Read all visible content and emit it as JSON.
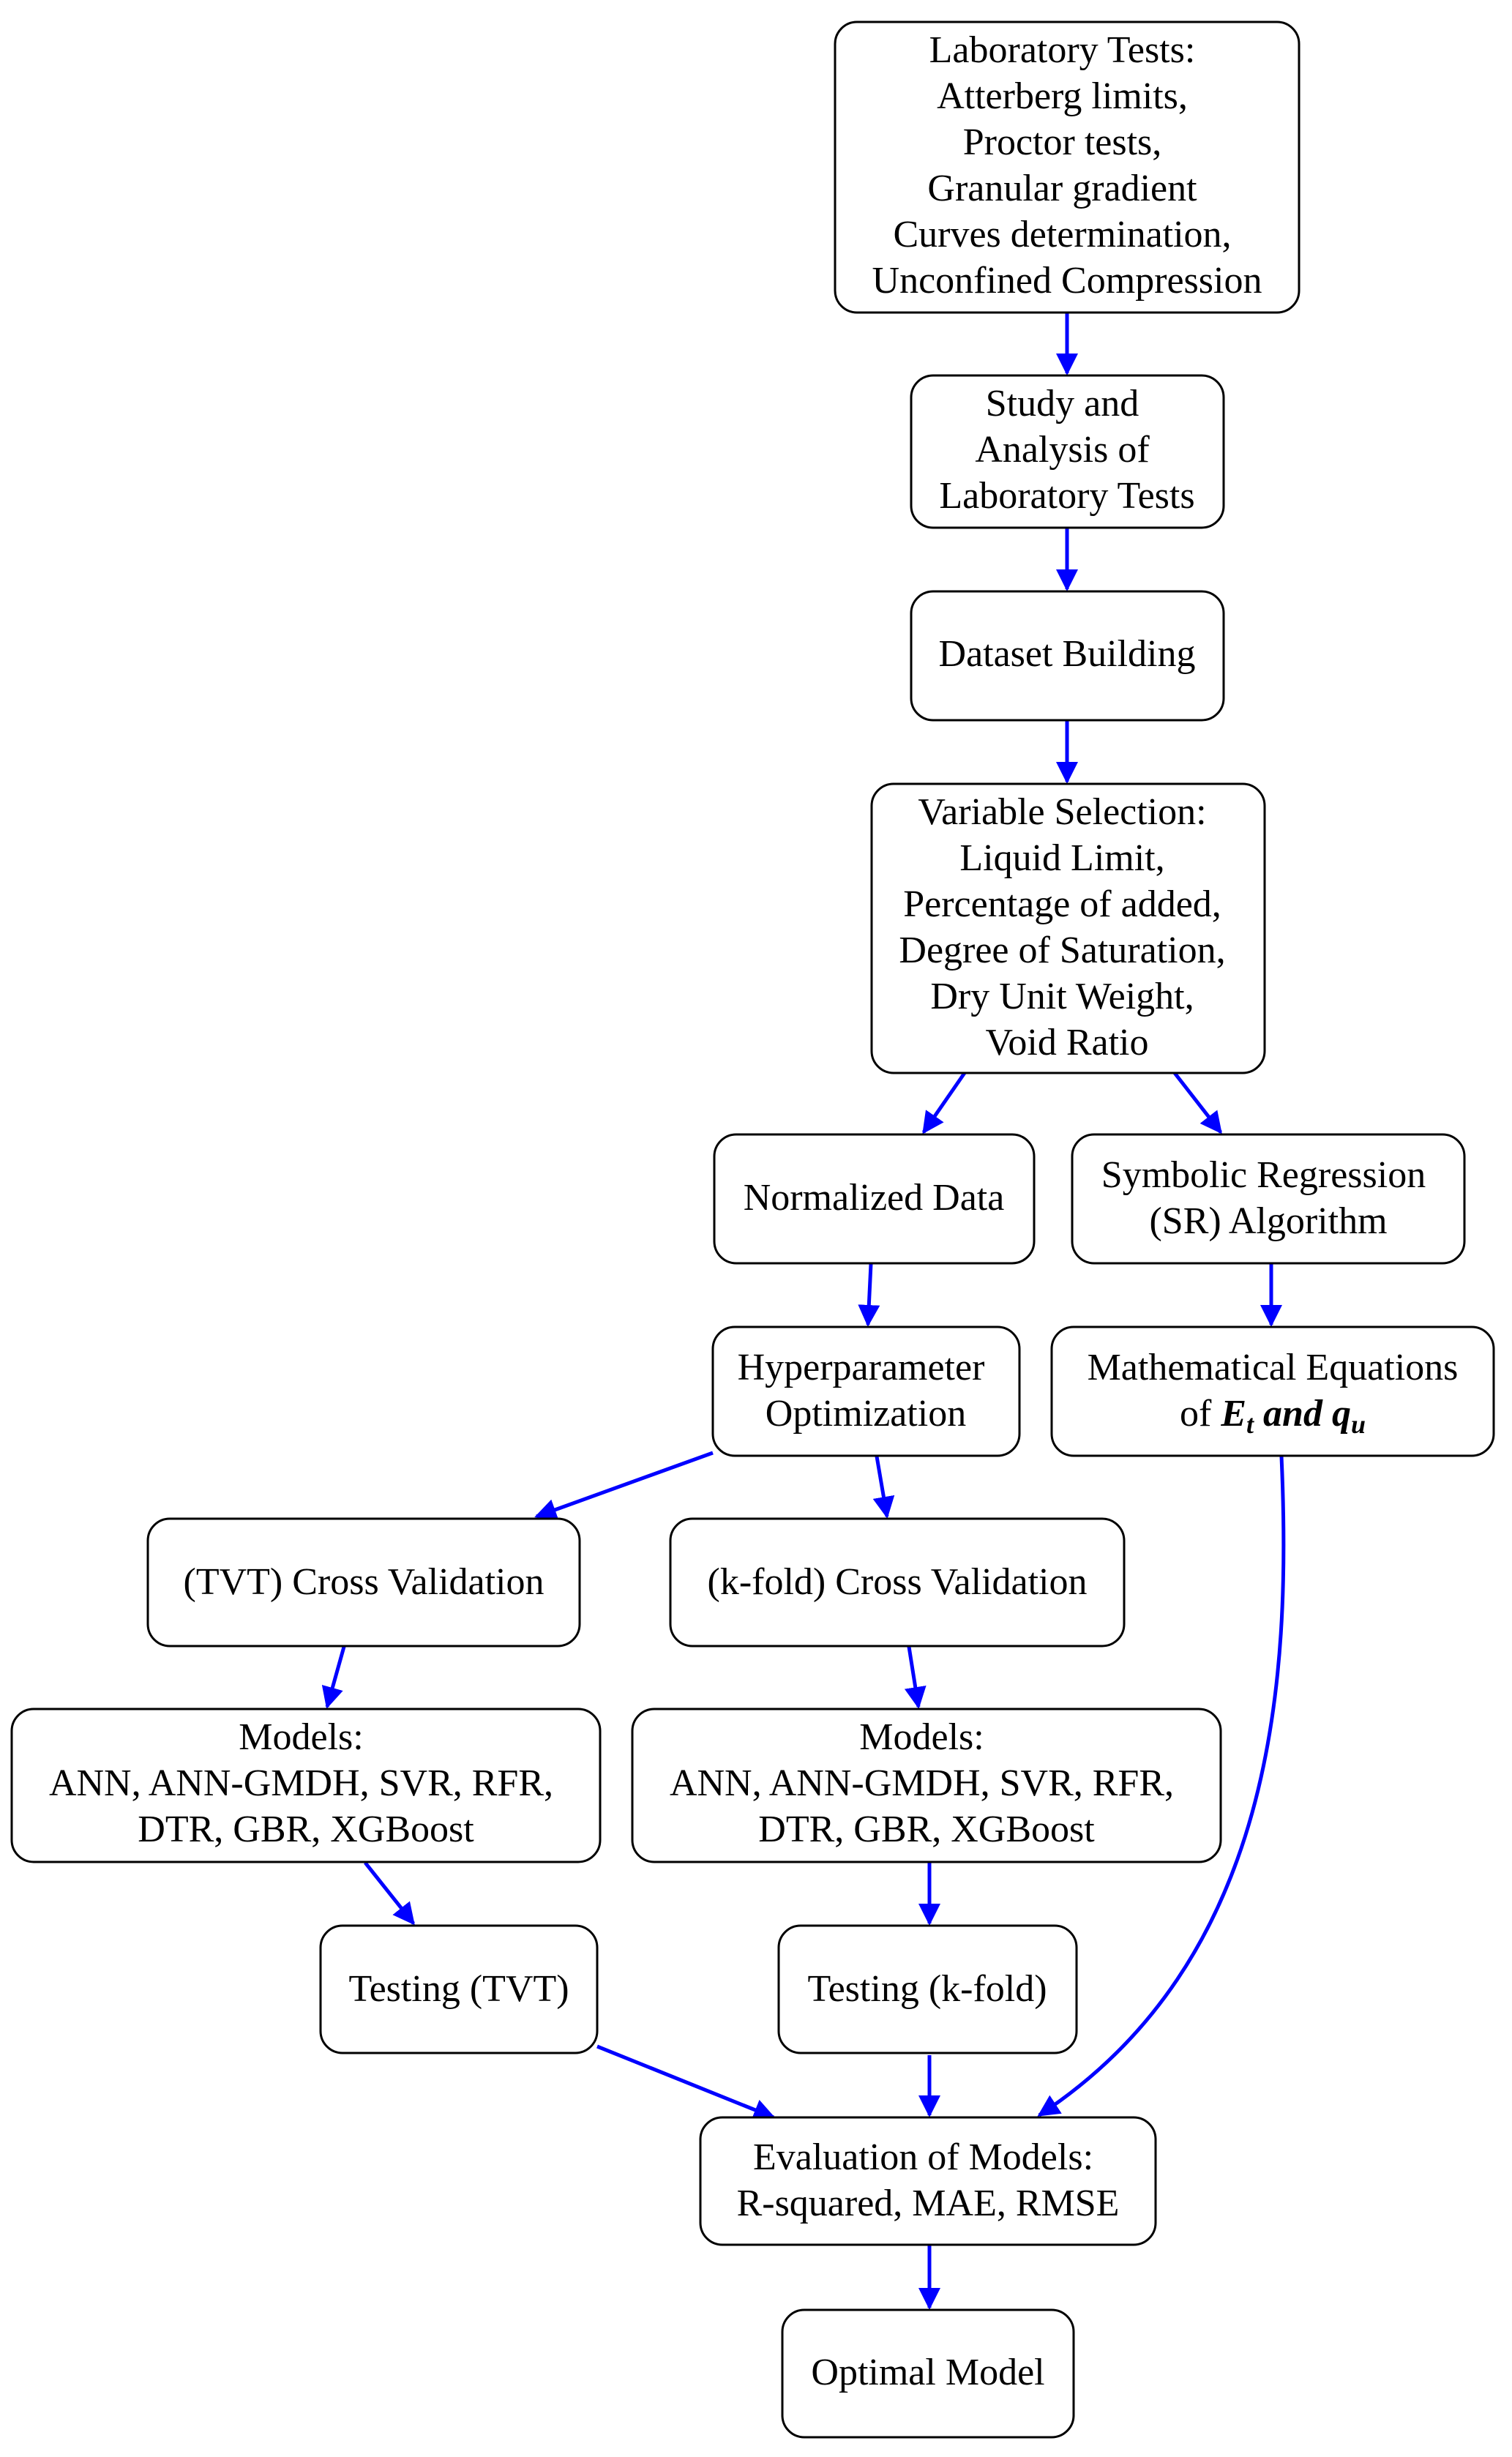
{
  "nodes": {
    "lab_tests": {
      "lines": [
        "Laboratory Tests:",
        "Atterberg limits,",
        "Proctor tests,",
        "Granular gradient",
        "Curves determination,",
        "Unconfined Compression"
      ]
    },
    "study_analysis": {
      "lines": [
        "Study and",
        "Analysis of",
        "Laboratory Tests"
      ]
    },
    "dataset_building": {
      "lines": [
        "Dataset Building"
      ]
    },
    "variable_selection": {
      "lines": [
        "Variable Selection:",
        "Liquid Limit,",
        "Percentage of added,",
        "Degree of Saturation,",
        "Dry Unit Weight,",
        "Void Ratio"
      ]
    },
    "normalized_data": {
      "lines": [
        "Normalized Data"
      ]
    },
    "symbolic_regression": {
      "lines": [
        "Symbolic Regression",
        "(SR) Algorithm"
      ]
    },
    "hyperparameter_optimization": {
      "lines": [
        "Hyperparameter",
        "Optimization"
      ]
    },
    "math_equations": {
      "line1": "Mathematical Equations",
      "line2_prefix": "of ",
      "var_e": "E",
      "var_e_sub": "t",
      "and_text": " and ",
      "var_q": "q",
      "var_q_sub": "u"
    },
    "tvt_cross_validation": {
      "lines": [
        "(TVT) Cross Validation"
      ]
    },
    "kfold_cross_validation": {
      "lines": [
        "(k-fold) Cross Validation"
      ]
    },
    "models_tvt": {
      "lines": [
        "Models:",
        "ANN, ANN-GMDH, SVR, RFR,",
        "DTR, GBR, XGBoost"
      ]
    },
    "models_kfold": {
      "lines": [
        "Models:",
        "ANN, ANN-GMDH, SVR, RFR,",
        "DTR, GBR, XGBoost"
      ]
    },
    "testing_tvt": {
      "lines": [
        "Testing (TVT)"
      ]
    },
    "testing_kfold": {
      "lines": [
        "Testing (k-fold)"
      ]
    },
    "evaluation": {
      "lines": [
        "Evaluation of Models:",
        "R-squared, MAE, RMSE"
      ]
    },
    "optimal_model": {
      "lines": [
        "Optimal Model"
      ]
    }
  },
  "colors": {
    "edge": "#0000ff",
    "box_stroke": "#000000",
    "background": "#ffffff"
  }
}
